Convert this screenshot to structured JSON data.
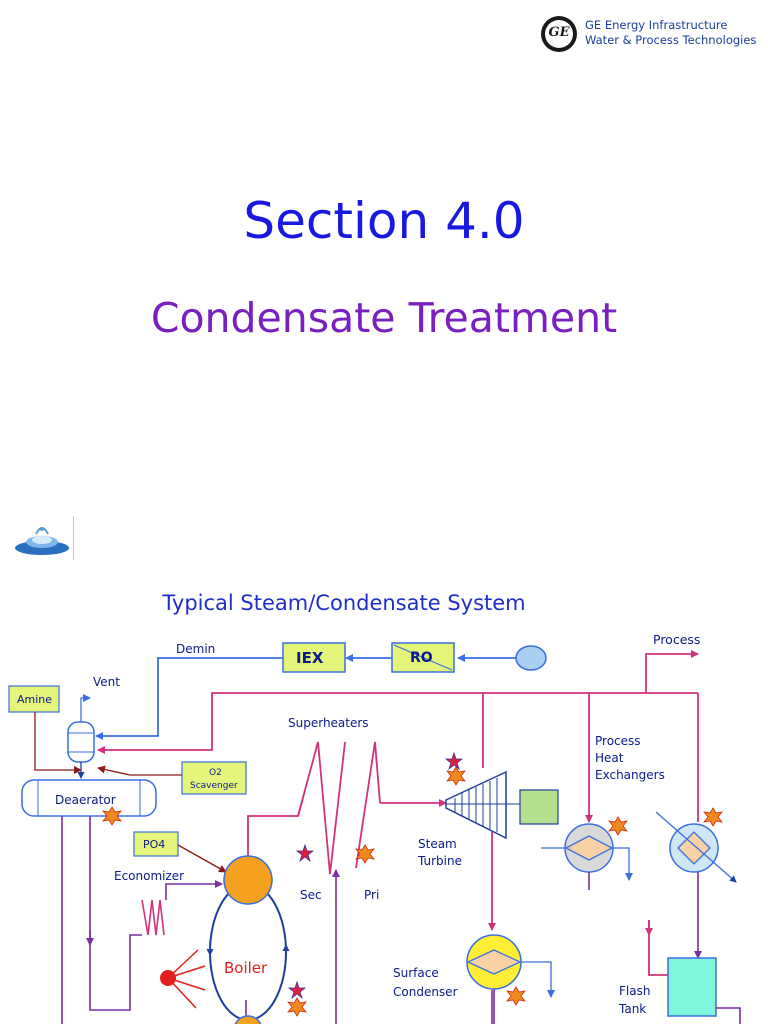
{
  "header": {
    "brand_line1": "GE Energy Infrastructure",
    "brand_line2": "Water & Process Technologies",
    "logo_text": "GE"
  },
  "slide": {
    "section": "Section 4.0",
    "title": "Condensate Treatment",
    "diagram_title": "Typical Steam/Condensate System"
  },
  "diagram": {
    "labels": {
      "demin": "Demin",
      "iex": "IEX",
      "ro": "RO",
      "process": "Process",
      "vent": "Vent",
      "amine": "Amine",
      "o2_line1": "O2",
      "o2_line2": "Scavenger",
      "deaerator": "Deaerator",
      "po4": "PO4",
      "economizer": "Economizer",
      "boiler": "Boiler",
      "superheaters": "Superheaters",
      "sec": "Sec",
      "pri": "Pri",
      "steam": "Steam",
      "turbine": "Turbine",
      "phe1": "Process",
      "phe2": "Heat",
      "phe3": "Exchangers",
      "surface": "Surface",
      "condenser": "Condenser",
      "flash": "Flash",
      "tank": "Tank"
    },
    "colors": {
      "water_blue": "#3a6fe0",
      "steam_pink": "#d2317c",
      "condensate_purple": "#7a2fa0",
      "chem_darkred": "#8b1a1a",
      "box_green": "#e4f57a",
      "boiler_orange": "#f5a01e",
      "condenser_yellow": "#ffee33",
      "tank_cyan": "#7ff5dc",
      "text_blue": "#0b1a8a"
    }
  }
}
